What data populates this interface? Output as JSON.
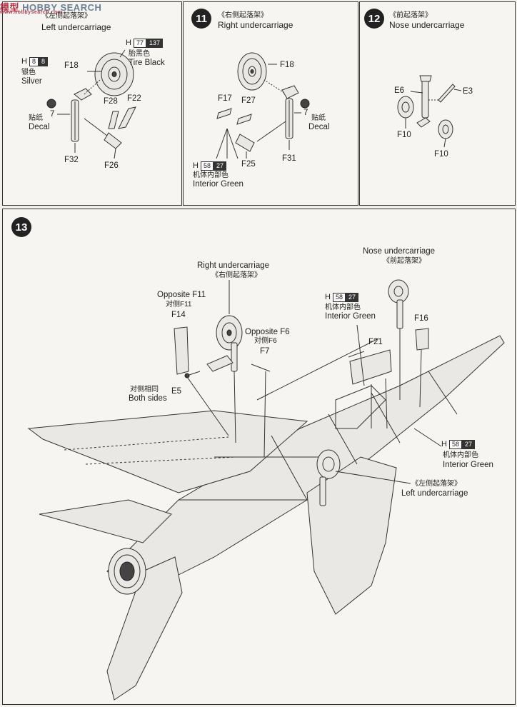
{
  "watermark": {
    "brand_a": "模型",
    "brand_b": "HOBBY SEARCH",
    "site": "www.hobbysearch.com"
  },
  "step10": {
    "cn_title": "《左侧起落架》",
    "en_title": "Left undercarriage",
    "paint1": {
      "prefix": "H",
      "code1": "77",
      "code2": "137",
      "cn": "胎黑色",
      "en": "Tire Black"
    },
    "paint2": {
      "prefix": "H",
      "code1": "8",
      "code2": "8",
      "cn": "银色",
      "en": "Silver"
    },
    "decal": {
      "cn": "贴纸",
      "en": "Decal",
      "num": "7"
    },
    "parts": [
      "F18",
      "F28",
      "F22",
      "F32",
      "F26"
    ]
  },
  "step11": {
    "num": "11",
    "cn_title": "《右侧起落架》",
    "en_title": "Right undercarriage",
    "paint": {
      "prefix": "H",
      "code1": "58",
      "code2": "27",
      "cn": "机体内部色",
      "en": "Interior Green"
    },
    "decal": {
      "cn": "贴纸",
      "en": "Decal",
      "num": "7"
    },
    "parts": [
      "F18",
      "F17",
      "F27",
      "F25",
      "F31"
    ]
  },
  "step12": {
    "num": "12",
    "cn_title": "《前起落架》",
    "en_title": "Nose undercarriage",
    "parts": [
      "E6",
      "E3",
      "F10",
      "F10"
    ]
  },
  "step13": {
    "num": "13",
    "right_uc": {
      "en": "Right undercarriage",
      "cn": "《右侧起落架》"
    },
    "nose_uc": {
      "en": "Nose undercarriage",
      "cn": "《前起落架》"
    },
    "left_uc": {
      "cn": "《左侧起落架》",
      "en": "Left undercarriage"
    },
    "opp_f11": {
      "en": "Opposite F11",
      "cn": "对侧F11"
    },
    "opp_f6": {
      "en": "Opposite F6",
      "cn": "对侧F6"
    },
    "both": {
      "cn": "对侧相同",
      "en": "Both sides"
    },
    "paint_top": {
      "prefix": "H",
      "code1": "58",
      "code2": "27",
      "cn": "机体内部色",
      "en": "Interior Green"
    },
    "paint_right": {
      "prefix": "H",
      "code1": "58",
      "code2": "27",
      "cn": "机体内部色",
      "en": "Interior Green"
    },
    "parts": {
      "f14": "F14",
      "f7": "F7",
      "e5": "E5",
      "f21": "F21",
      "f16": "F16"
    }
  }
}
